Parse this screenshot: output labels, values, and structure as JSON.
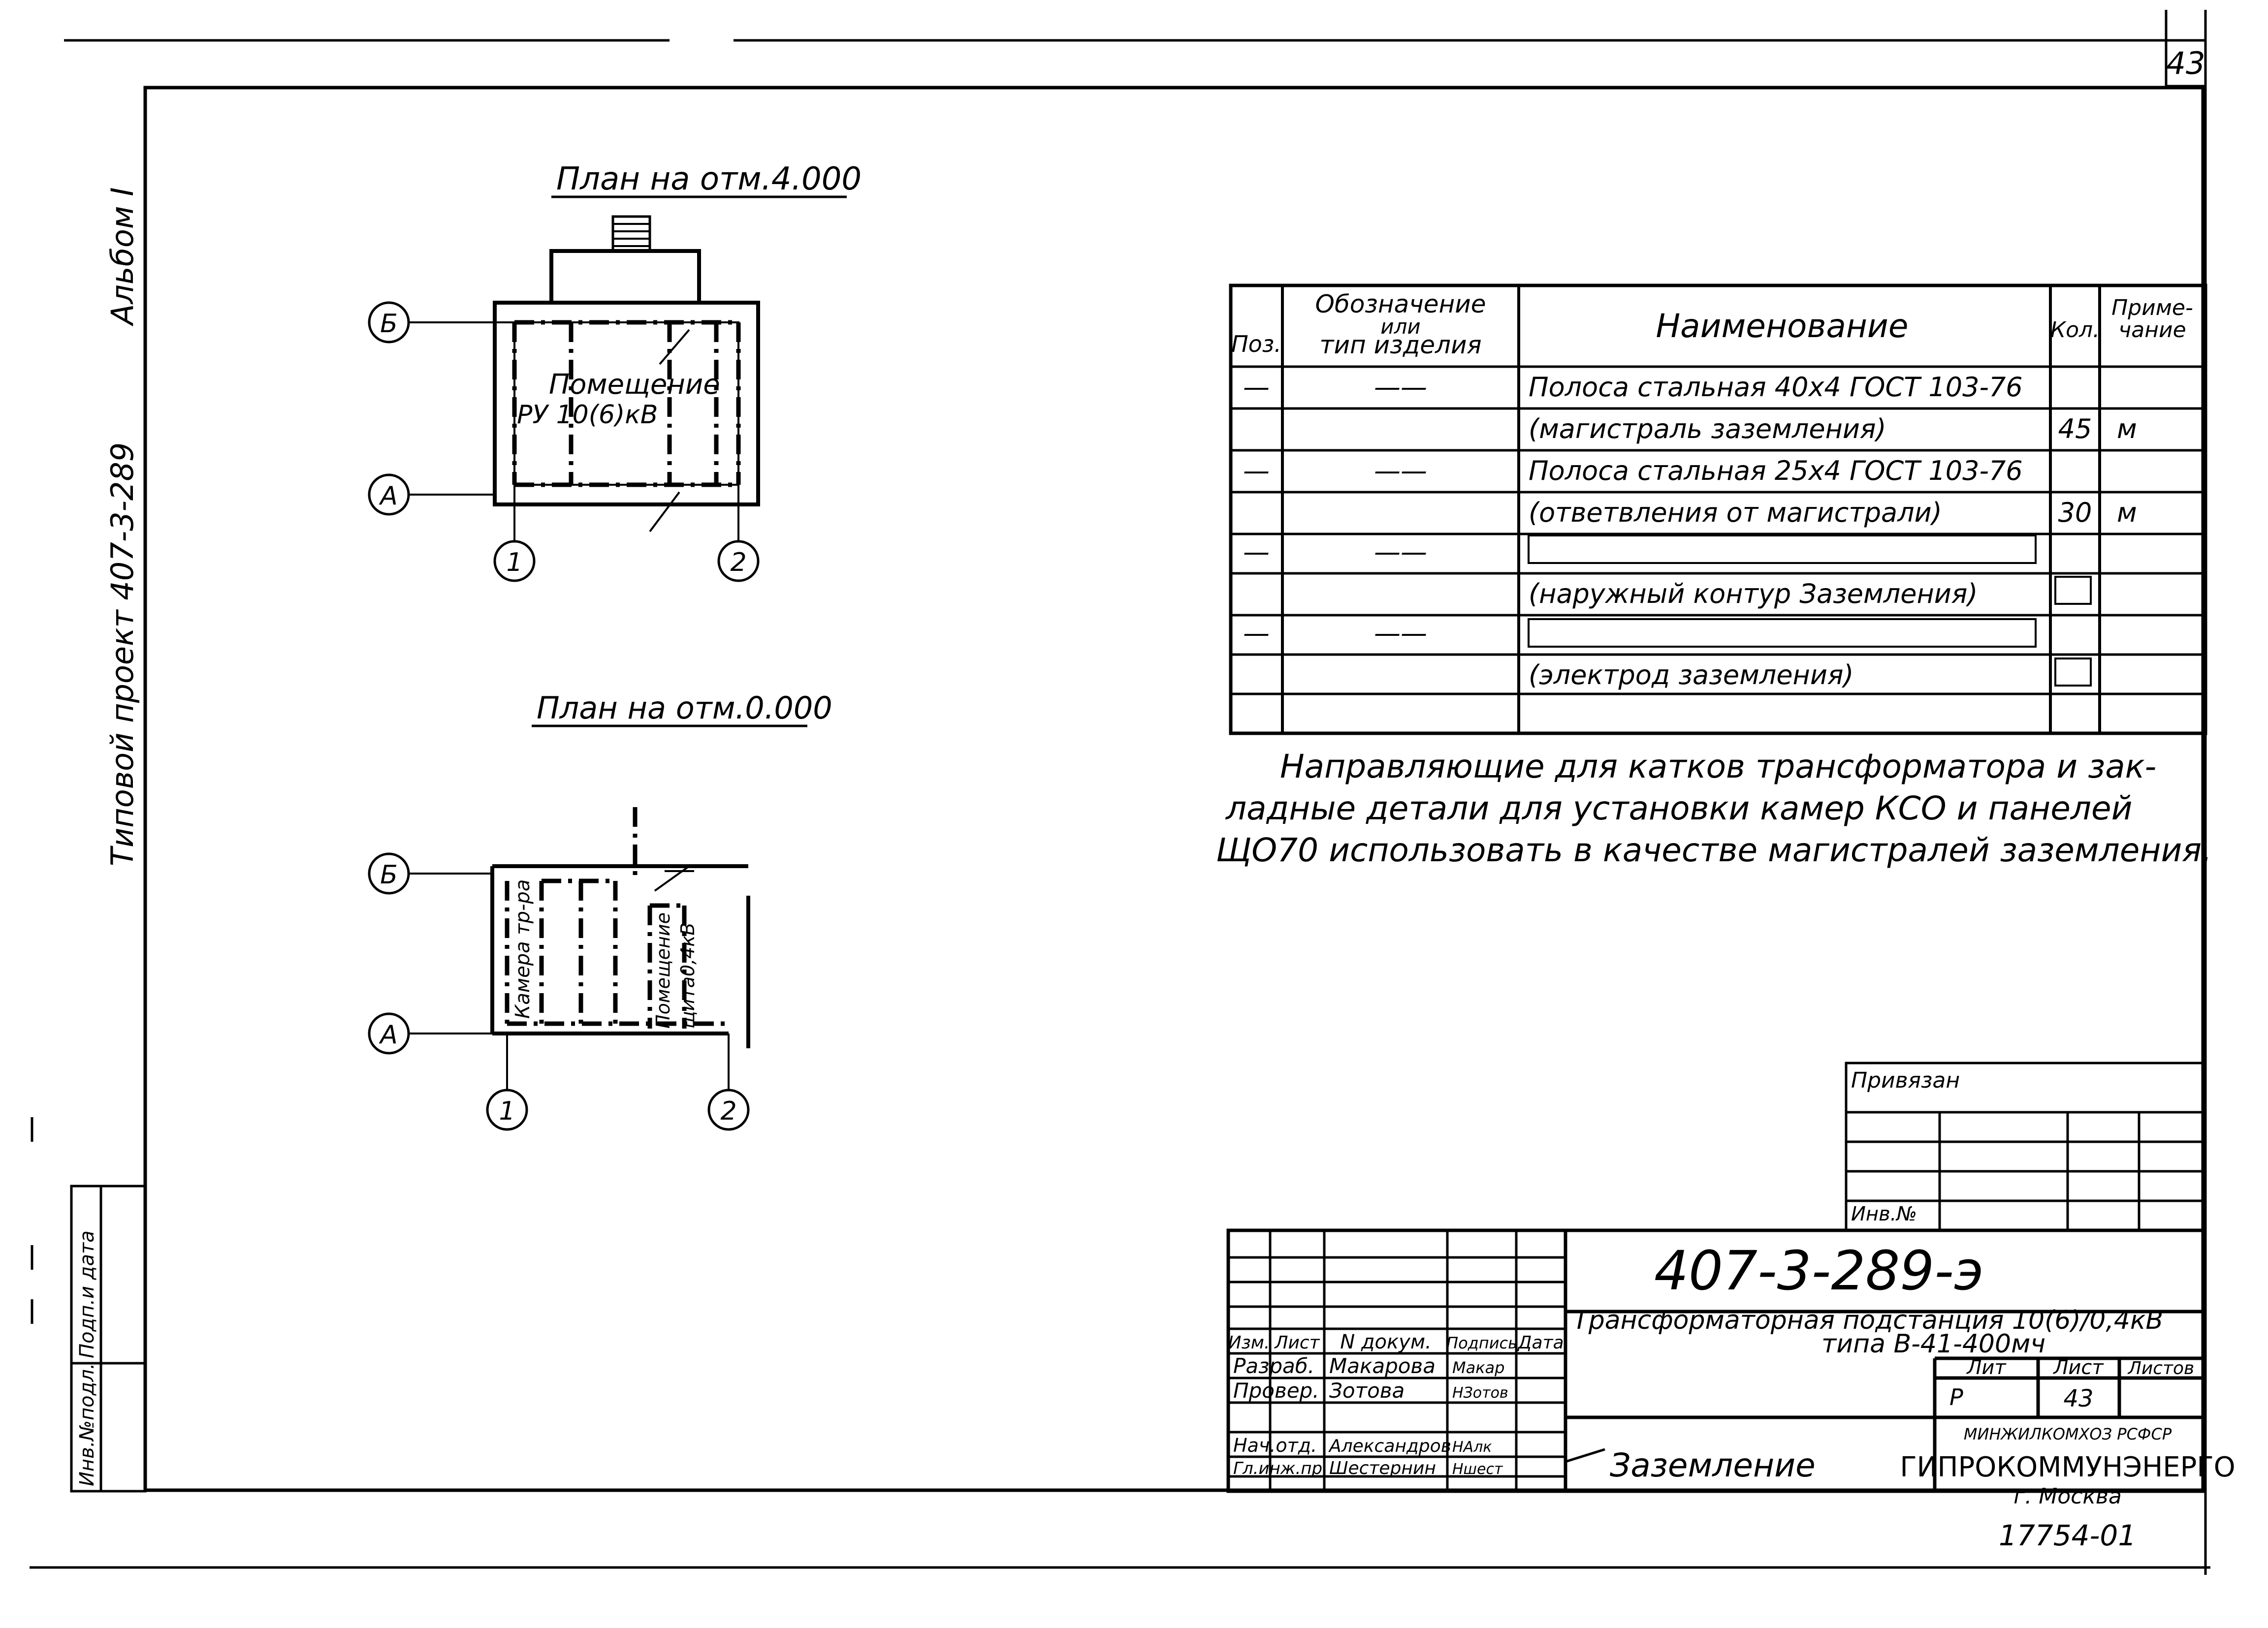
{
  "sheet_number_corner": "43",
  "album_label": "Альбом I",
  "side_project_label": "Типовой проект 407-3-289",
  "side_stamp": {
    "inv_no": "Инв.№подл.",
    "sign_date": "Подп.и дата"
  },
  "plan_upper": {
    "title": "План на отм.4.000",
    "room_label_1": "Помещение",
    "room_label_2": "РУ 10(6)кВ",
    "axis_b": "Б",
    "axis_a": "А",
    "axis_1": "1",
    "axis_2": "2"
  },
  "plan_lower": {
    "title": "План на отм.0.000",
    "cell_label_1": "Камера тр-ра",
    "cell_label_2": "Помещение",
    "cell_label_3": "щита0,4кВ",
    "axis_b": "Б",
    "axis_a": "А",
    "axis_1": "1",
    "axis_2": "2"
  },
  "spec_table": {
    "headers": {
      "pos": "Поз.",
      "designation_1": "Обозначение",
      "designation_2": "или",
      "designation_3": "тип изделия",
      "name": "Наименование",
      "qty": "Кол.",
      "note_1": "Приме-",
      "note_2": "чание"
    },
    "rows": [
      {
        "pos": "—",
        "des": "——",
        "name": "Полоса стальная 40х4 ГОСТ 103-76",
        "qty": "",
        "note": ""
      },
      {
        "pos": "",
        "des": "",
        "name": "(магистраль заземления)",
        "qty": "45",
        "note": "м"
      },
      {
        "pos": "—",
        "des": "——",
        "name": "Полоса стальная 25х4 ГОСТ 103-76",
        "qty": "",
        "note": ""
      },
      {
        "pos": "",
        "des": "",
        "name": "(ответвления от магистрали)",
        "qty": "30",
        "note": "м"
      },
      {
        "pos": "—",
        "des": "——",
        "name": "",
        "qty": "",
        "note": ""
      },
      {
        "pos": "",
        "des": "",
        "name": "(наружный контур Заземления)",
        "qty": "",
        "note": ""
      },
      {
        "pos": "—",
        "des": "——",
        "name": "",
        "qty": "",
        "note": ""
      },
      {
        "pos": "",
        "des": "",
        "name": "(электрод заземления)",
        "qty": "",
        "note": ""
      },
      {
        "pos": "",
        "des": "",
        "name": "",
        "qty": "",
        "note": ""
      }
    ]
  },
  "note_text": {
    "line1": "Направляющие для катков трансформатора и зак-",
    "line2": "ладные детали для установки камер КСО и панелей",
    "line3": "ЩО70 использовать в качестве магистралей заземления."
  },
  "binding_block": {
    "label": "Привязан",
    "inv_label": "Инв.№"
  },
  "title_block": {
    "doc_code": "407-3-289-э",
    "project_title_1": "Трансформаторная подстанция 10(6)/0,4кВ",
    "project_title_2": "типа В-41-400мч",
    "sheet_name": "Заземление",
    "col_izm": "Изм.",
    "col_list": "Лист",
    "col_ndoc": "N докум.",
    "col_sign": "Подпись",
    "col_date": "Дата",
    "roles": [
      {
        "role": "Разраб.",
        "name": "Макарова",
        "sign": "Макар"
      },
      {
        "role": "Провер.",
        "name": "Зотова",
        "sign": "НЗотов"
      },
      {
        "role": "Нач.отд.",
        "name": "Александров",
        "sign": "НАлк"
      },
      {
        "role": "Гл.инж.пр.",
        "name": "Шестернин",
        "sign": "Ншест"
      }
    ],
    "lit_label": "Лит",
    "sheet_label": "Лист",
    "sheets_label": "Листов",
    "lit_value": "Р",
    "sheet_value": "43",
    "org_parent": "МИНЖИЛКОМХОЗ РСФСР",
    "org_name": "ГИПРОКОММУНЭНЕРГО",
    "org_city": "г. Москва"
  },
  "archive_number": "17754-01"
}
